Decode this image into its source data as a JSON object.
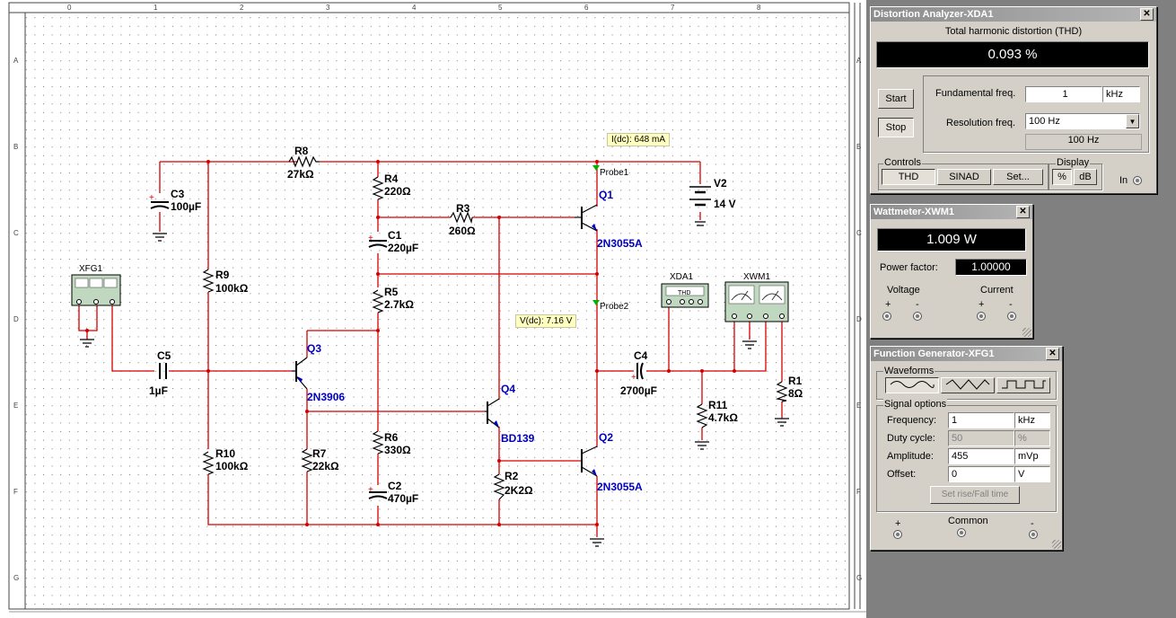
{
  "schematic": {
    "ruler_cols": [
      "0",
      "1",
      "2",
      "3",
      "4",
      "5",
      "6",
      "7",
      "8"
    ],
    "ruler_rows": [
      "A",
      "B",
      "C",
      "D",
      "E",
      "F",
      "G"
    ],
    "components": {
      "R8": {
        "name": "R8",
        "value": "27kΩ"
      },
      "R4": {
        "name": "R4",
        "value": "220Ω"
      },
      "R3": {
        "name": "R3",
        "value": "260Ω"
      },
      "C3": {
        "name": "C3",
        "value": "100µF"
      },
      "C1": {
        "name": "C1",
        "value": "220µF"
      },
      "R9": {
        "name": "R9",
        "value": "100kΩ"
      },
      "R5": {
        "name": "R5",
        "value": "2.7kΩ"
      },
      "Q1": {
        "name": "Q1",
        "value": "2N3055A"
      },
      "Q2": {
        "name": "Q2",
        "value": "2N3055A"
      },
      "Q3": {
        "name": "Q3",
        "value": "2N3906"
      },
      "Q4": {
        "name": "Q4",
        "value": "BD139"
      },
      "C5": {
        "name": "C5",
        "value": "1µF"
      },
      "C4": {
        "name": "C4",
        "value": "2700µF"
      },
      "R6": {
        "name": "R6",
        "value": "330Ω"
      },
      "C2": {
        "name": "C2",
        "value": "470µF"
      },
      "R10": {
        "name": "R10",
        "value": "100kΩ"
      },
      "R7": {
        "name": "R7",
        "value": "22kΩ"
      },
      "R2": {
        "name": "R2",
        "value": "2K2Ω"
      },
      "R11": {
        "name": "R11",
        "value": "4.7kΩ"
      },
      "R1": {
        "name": "R1",
        "value": "8Ω"
      },
      "V2": {
        "name": "V2",
        "value": "14 V"
      },
      "XFG1": {
        "name": "XFG1"
      },
      "XDA1": {
        "name": "XDA1",
        "inner": "THD"
      },
      "XWM1": {
        "name": "XWM1"
      }
    },
    "probe1": {
      "name": "Probe1",
      "reading": "I(dc): 648 mA"
    },
    "probe2": {
      "name": "Probe2",
      "reading": "V(dc): 7.16 V"
    }
  },
  "distortion": {
    "title": "Distortion Analyzer-XDA1",
    "heading": "Total harmonic distortion (THD)",
    "value": "0.093 %",
    "start": "Start",
    "stop": "Stop",
    "fund_label": "Fundamental freq.",
    "fund_value": "1",
    "fund_unit": "kHz",
    "res_label": "Resolution freq.",
    "res_value": "100 Hz",
    "res_readout": "100 Hz",
    "controls_label": "Controls",
    "thd": "THD",
    "sinad": "SINAD",
    "set": "Set...",
    "display_label": "Display",
    "pct": "%",
    "db": "dB",
    "in_label": "In"
  },
  "wattmeter": {
    "title": "Wattmeter-XWM1",
    "value": "1.009 W",
    "pf_label": "Power factor:",
    "pf_value": "1.00000",
    "voltage": "Voltage",
    "current": "Current",
    "plus": "+",
    "minus": "-"
  },
  "funcgen": {
    "title": "Function Generator-XFG1",
    "waveforms": "Waveforms",
    "signal_options": "Signal options",
    "freq_label": "Frequency:",
    "freq_value": "1",
    "freq_unit": "kHz",
    "duty_label": "Duty cycle:",
    "duty_value": "50",
    "duty_unit": "%",
    "amp_label": "Amplitude:",
    "amp_value": "455",
    "amp_unit": "mVp",
    "offset_label": "Offset:",
    "offset_value": "0",
    "offset_unit": "V",
    "rise_fall": "Set rise/Fall time",
    "plus": "+",
    "common": "Common",
    "minus": "-"
  },
  "colors": {
    "wire": "#d40000",
    "part": "#000000",
    "transistor_label": "#0000c0",
    "probe_marker": "#00b000"
  }
}
